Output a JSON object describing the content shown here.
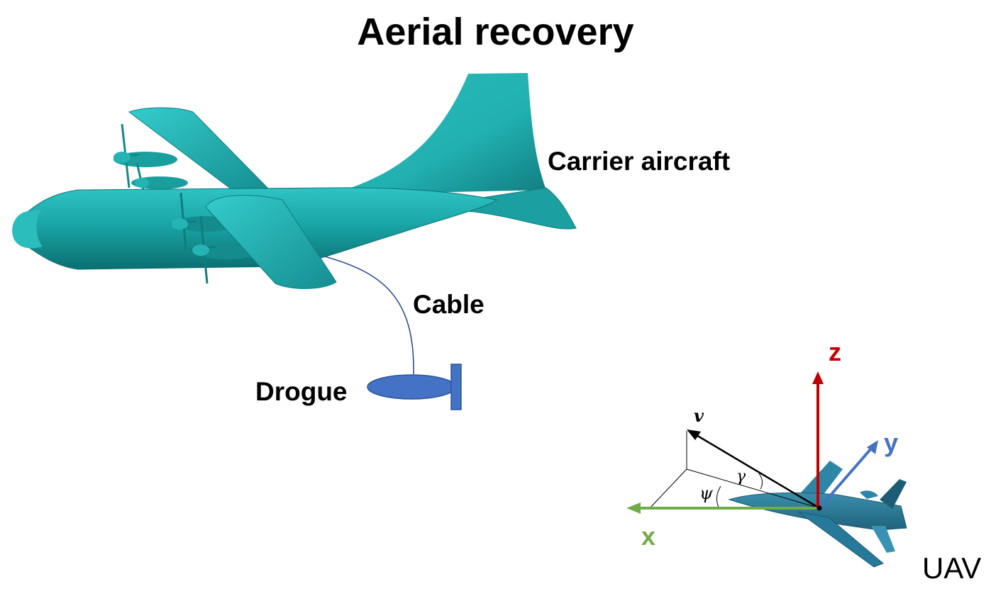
{
  "title": "Aerial recovery",
  "labels": {
    "carrier": "Carrier aircraft",
    "cable": "Cable",
    "drogue": "Drogue",
    "uav": "UAV"
  },
  "axes": {
    "x": "x",
    "y": "y",
    "z": "z"
  },
  "symbols": {
    "velocity": "v",
    "gamma": "γ",
    "psi": "ψ"
  },
  "colors": {
    "aircraft": "#20a8a8",
    "cable": "#2f4f8f",
    "drogue": "#4472c4",
    "x_axis": "#70ad47",
    "y_axis": "#4472c4",
    "z_axis": "#c00000",
    "uav": "#2e7d96"
  }
}
